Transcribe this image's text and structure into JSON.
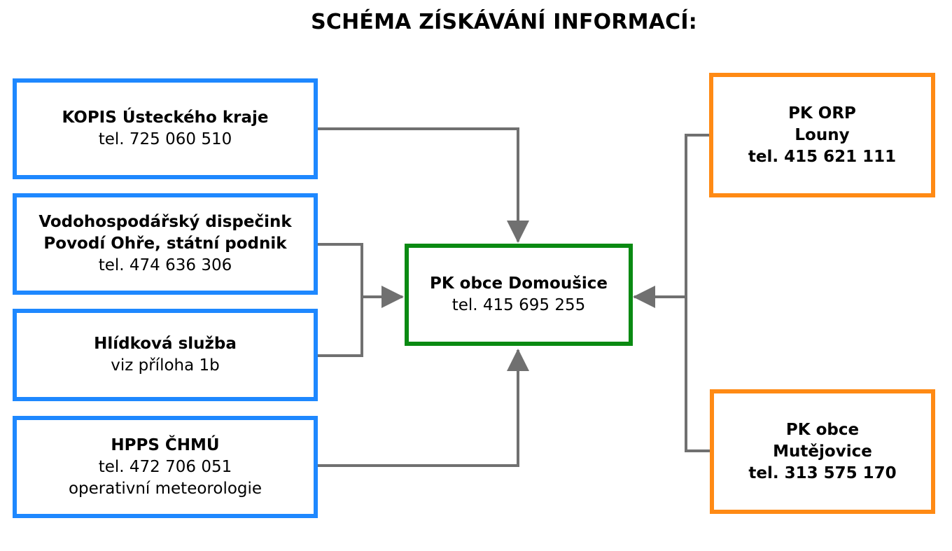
{
  "title": "SCHÉMA ZÍSKÁVÁNÍ INFORMACÍ:",
  "colors": {
    "source_border": "#1e88ff",
    "hub_border": "#0a8a12",
    "external_border": "#ff8a14",
    "connector": "#707070"
  },
  "nodes": {
    "kopis": {
      "name": "KOPIS Ústeckého kraje",
      "phone": "tel. 725 060 510"
    },
    "vodo": {
      "name_1": "Vodohospodářský dispečink",
      "name_2": "Povodí Ohře, státní podnik",
      "phone": "tel. 474 636 306"
    },
    "hlidka": {
      "name": "Hlídková služba",
      "note": "viz příloha 1b"
    },
    "hpps": {
      "name": "HPPS ČHMÚ",
      "phone": "tel. 472 706 051",
      "note": "operativní meteorologie"
    },
    "hub": {
      "name": "PK obce Domoušice",
      "phone": "tel. 415 695 255"
    },
    "orp": {
      "name_1": "PK ORP",
      "name_2": "Louny",
      "phone": "tel. 415 621 111"
    },
    "mutejovice": {
      "name_1": "PK obce",
      "name_2": "Mutějovice",
      "phone": "tel. 313 575 170"
    }
  }
}
